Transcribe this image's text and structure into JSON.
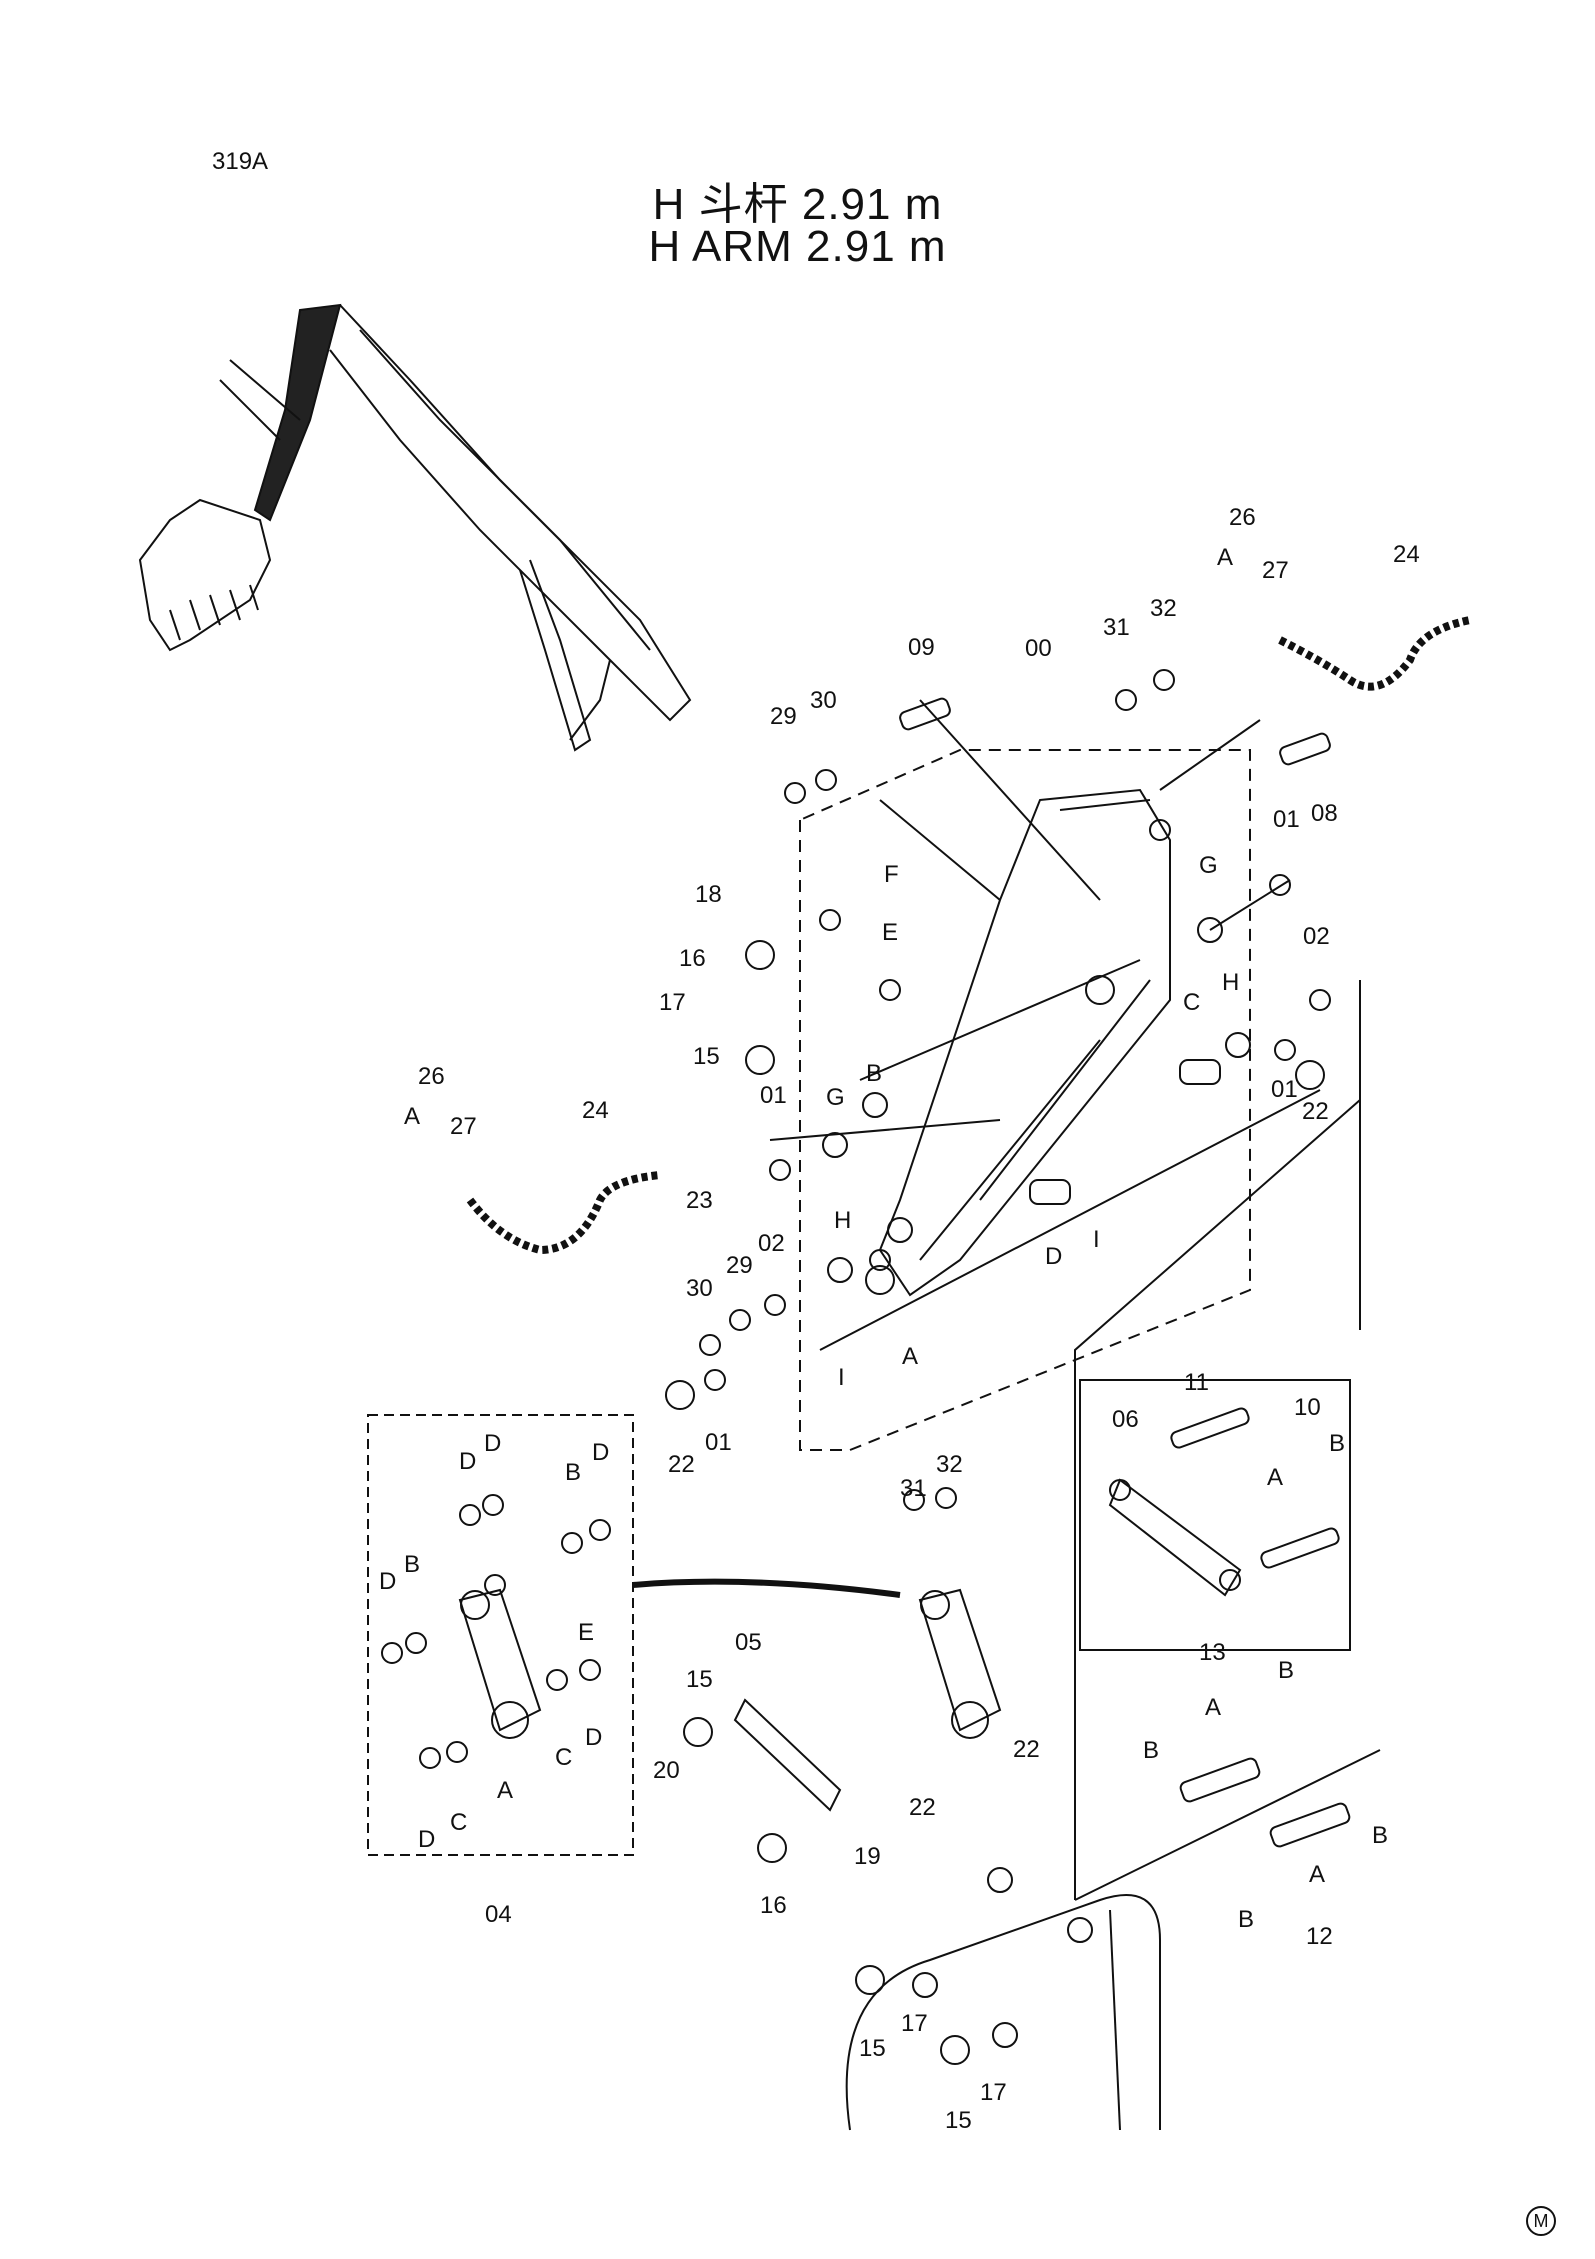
{
  "page_code": "319A",
  "title_cn": "H 斗杆 2.91 m",
  "title_en": "H   ARM   2.91 m",
  "callouts": [
    {
      "id": "c26a",
      "text": "26"
    },
    {
      "id": "cAa",
      "text": "A"
    },
    {
      "id": "c27a",
      "text": "27"
    },
    {
      "id": "c24a",
      "text": "24"
    },
    {
      "id": "c09",
      "text": "09"
    },
    {
      "id": "c00",
      "text": "00"
    },
    {
      "id": "c31a",
      "text": "31"
    },
    {
      "id": "c32a",
      "text": "32"
    },
    {
      "id": "c29a",
      "text": "29"
    },
    {
      "id": "c30a",
      "text": "30"
    },
    {
      "id": "c08",
      "text": "08"
    },
    {
      "id": "c01a",
      "text": "01"
    },
    {
      "id": "cGa",
      "text": "G"
    },
    {
      "id": "c18",
      "text": "18"
    },
    {
      "id": "cF",
      "text": "F"
    },
    {
      "id": "c16a",
      "text": "16"
    },
    {
      "id": "cEa",
      "text": "E"
    },
    {
      "id": "c17a",
      "text": "17"
    },
    {
      "id": "c15a",
      "text": "15"
    },
    {
      "id": "c02a",
      "text": "02"
    },
    {
      "id": "cCa",
      "text": "C"
    },
    {
      "id": "cHa",
      "text": "H"
    },
    {
      "id": "c26b",
      "text": "26"
    },
    {
      "id": "cAb",
      "text": "A"
    },
    {
      "id": "c27b",
      "text": "27"
    },
    {
      "id": "c24b",
      "text": "24"
    },
    {
      "id": "cBa",
      "text": "B"
    },
    {
      "id": "c01b",
      "text": "01"
    },
    {
      "id": "cGb",
      "text": "G"
    },
    {
      "id": "c23",
      "text": "23"
    },
    {
      "id": "c01c",
      "text": "01"
    },
    {
      "id": "c22a",
      "text": "22"
    },
    {
      "id": "cHb",
      "text": "H"
    },
    {
      "id": "c29b",
      "text": "29"
    },
    {
      "id": "c02b",
      "text": "02"
    },
    {
      "id": "c30b",
      "text": "30"
    },
    {
      "id": "cDa",
      "text": "D"
    },
    {
      "id": "cIa",
      "text": "I"
    },
    {
      "id": "cIb",
      "text": "I"
    },
    {
      "id": "cAc",
      "text": "A"
    },
    {
      "id": "c22b",
      "text": "22"
    },
    {
      "id": "c01d",
      "text": "01"
    },
    {
      "id": "c11",
      "text": "11"
    },
    {
      "id": "c06",
      "text": "06"
    },
    {
      "id": "c10",
      "text": "10"
    },
    {
      "id": "cBb",
      "text": "B"
    },
    {
      "id": "cAd",
      "text": "A"
    },
    {
      "id": "c31b",
      "text": "31"
    },
    {
      "id": "c32b",
      "text": "32"
    },
    {
      "id": "cDb",
      "text": "D"
    },
    {
      "id": "cDc",
      "text": "D"
    },
    {
      "id": "cDd",
      "text": "D"
    },
    {
      "id": "cBc",
      "text": "B"
    },
    {
      "id": "cDe",
      "text": "D"
    },
    {
      "id": "cBd",
      "text": "B"
    },
    {
      "id": "cEb",
      "text": "E"
    },
    {
      "id": "cCb",
      "text": "C"
    },
    {
      "id": "cDf",
      "text": "D"
    },
    {
      "id": "cAe",
      "text": "A"
    },
    {
      "id": "cDg",
      "text": "D"
    },
    {
      "id": "cCc",
      "text": "C"
    },
    {
      "id": "c04",
      "text": "04"
    },
    {
      "id": "c05",
      "text": "05"
    },
    {
      "id": "c15b",
      "text": "15"
    },
    {
      "id": "c20",
      "text": "20"
    },
    {
      "id": "c22c",
      "text": "22"
    },
    {
      "id": "c22d",
      "text": "22"
    },
    {
      "id": "c19",
      "text": "19"
    },
    {
      "id": "c16b",
      "text": "16"
    },
    {
      "id": "c13",
      "text": "13"
    },
    {
      "id": "cBe",
      "text": "B"
    },
    {
      "id": "cAf",
      "text": "A"
    },
    {
      "id": "cBf",
      "text": "B"
    },
    {
      "id": "cBg",
      "text": "B"
    },
    {
      "id": "cAg",
      "text": "A"
    },
    {
      "id": "cBh",
      "text": "B"
    },
    {
      "id": "c12",
      "text": "12"
    },
    {
      "id": "c15c",
      "text": "15"
    },
    {
      "id": "c17b",
      "text": "17"
    },
    {
      "id": "c15d",
      "text": "15"
    },
    {
      "id": "c17c",
      "text": "17"
    }
  ],
  "mark": "M"
}
